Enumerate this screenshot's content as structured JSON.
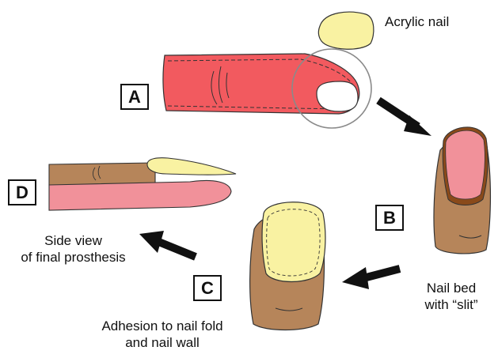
{
  "labels": {
    "acrylic_nail": "Acrylic nail",
    "nail_bed_line1": "Nail bed",
    "nail_bed_line2": "with “slit”",
    "adhesion_line1": "Adhesion to nail fold",
    "adhesion_line2": "and nail wall",
    "side_view_line1": "Side view",
    "side_view_line2": "of final prosthesis"
  },
  "panels": {
    "a": "A",
    "b": "B",
    "c": "C",
    "d": "D"
  },
  "colors": {
    "finger_red": "#f25a5f",
    "skin_brown": "#b6855a",
    "nail_bed_pink": "#f1919a",
    "acrylic_yellow": "#f9f2a2",
    "outline": "#333333"
  }
}
